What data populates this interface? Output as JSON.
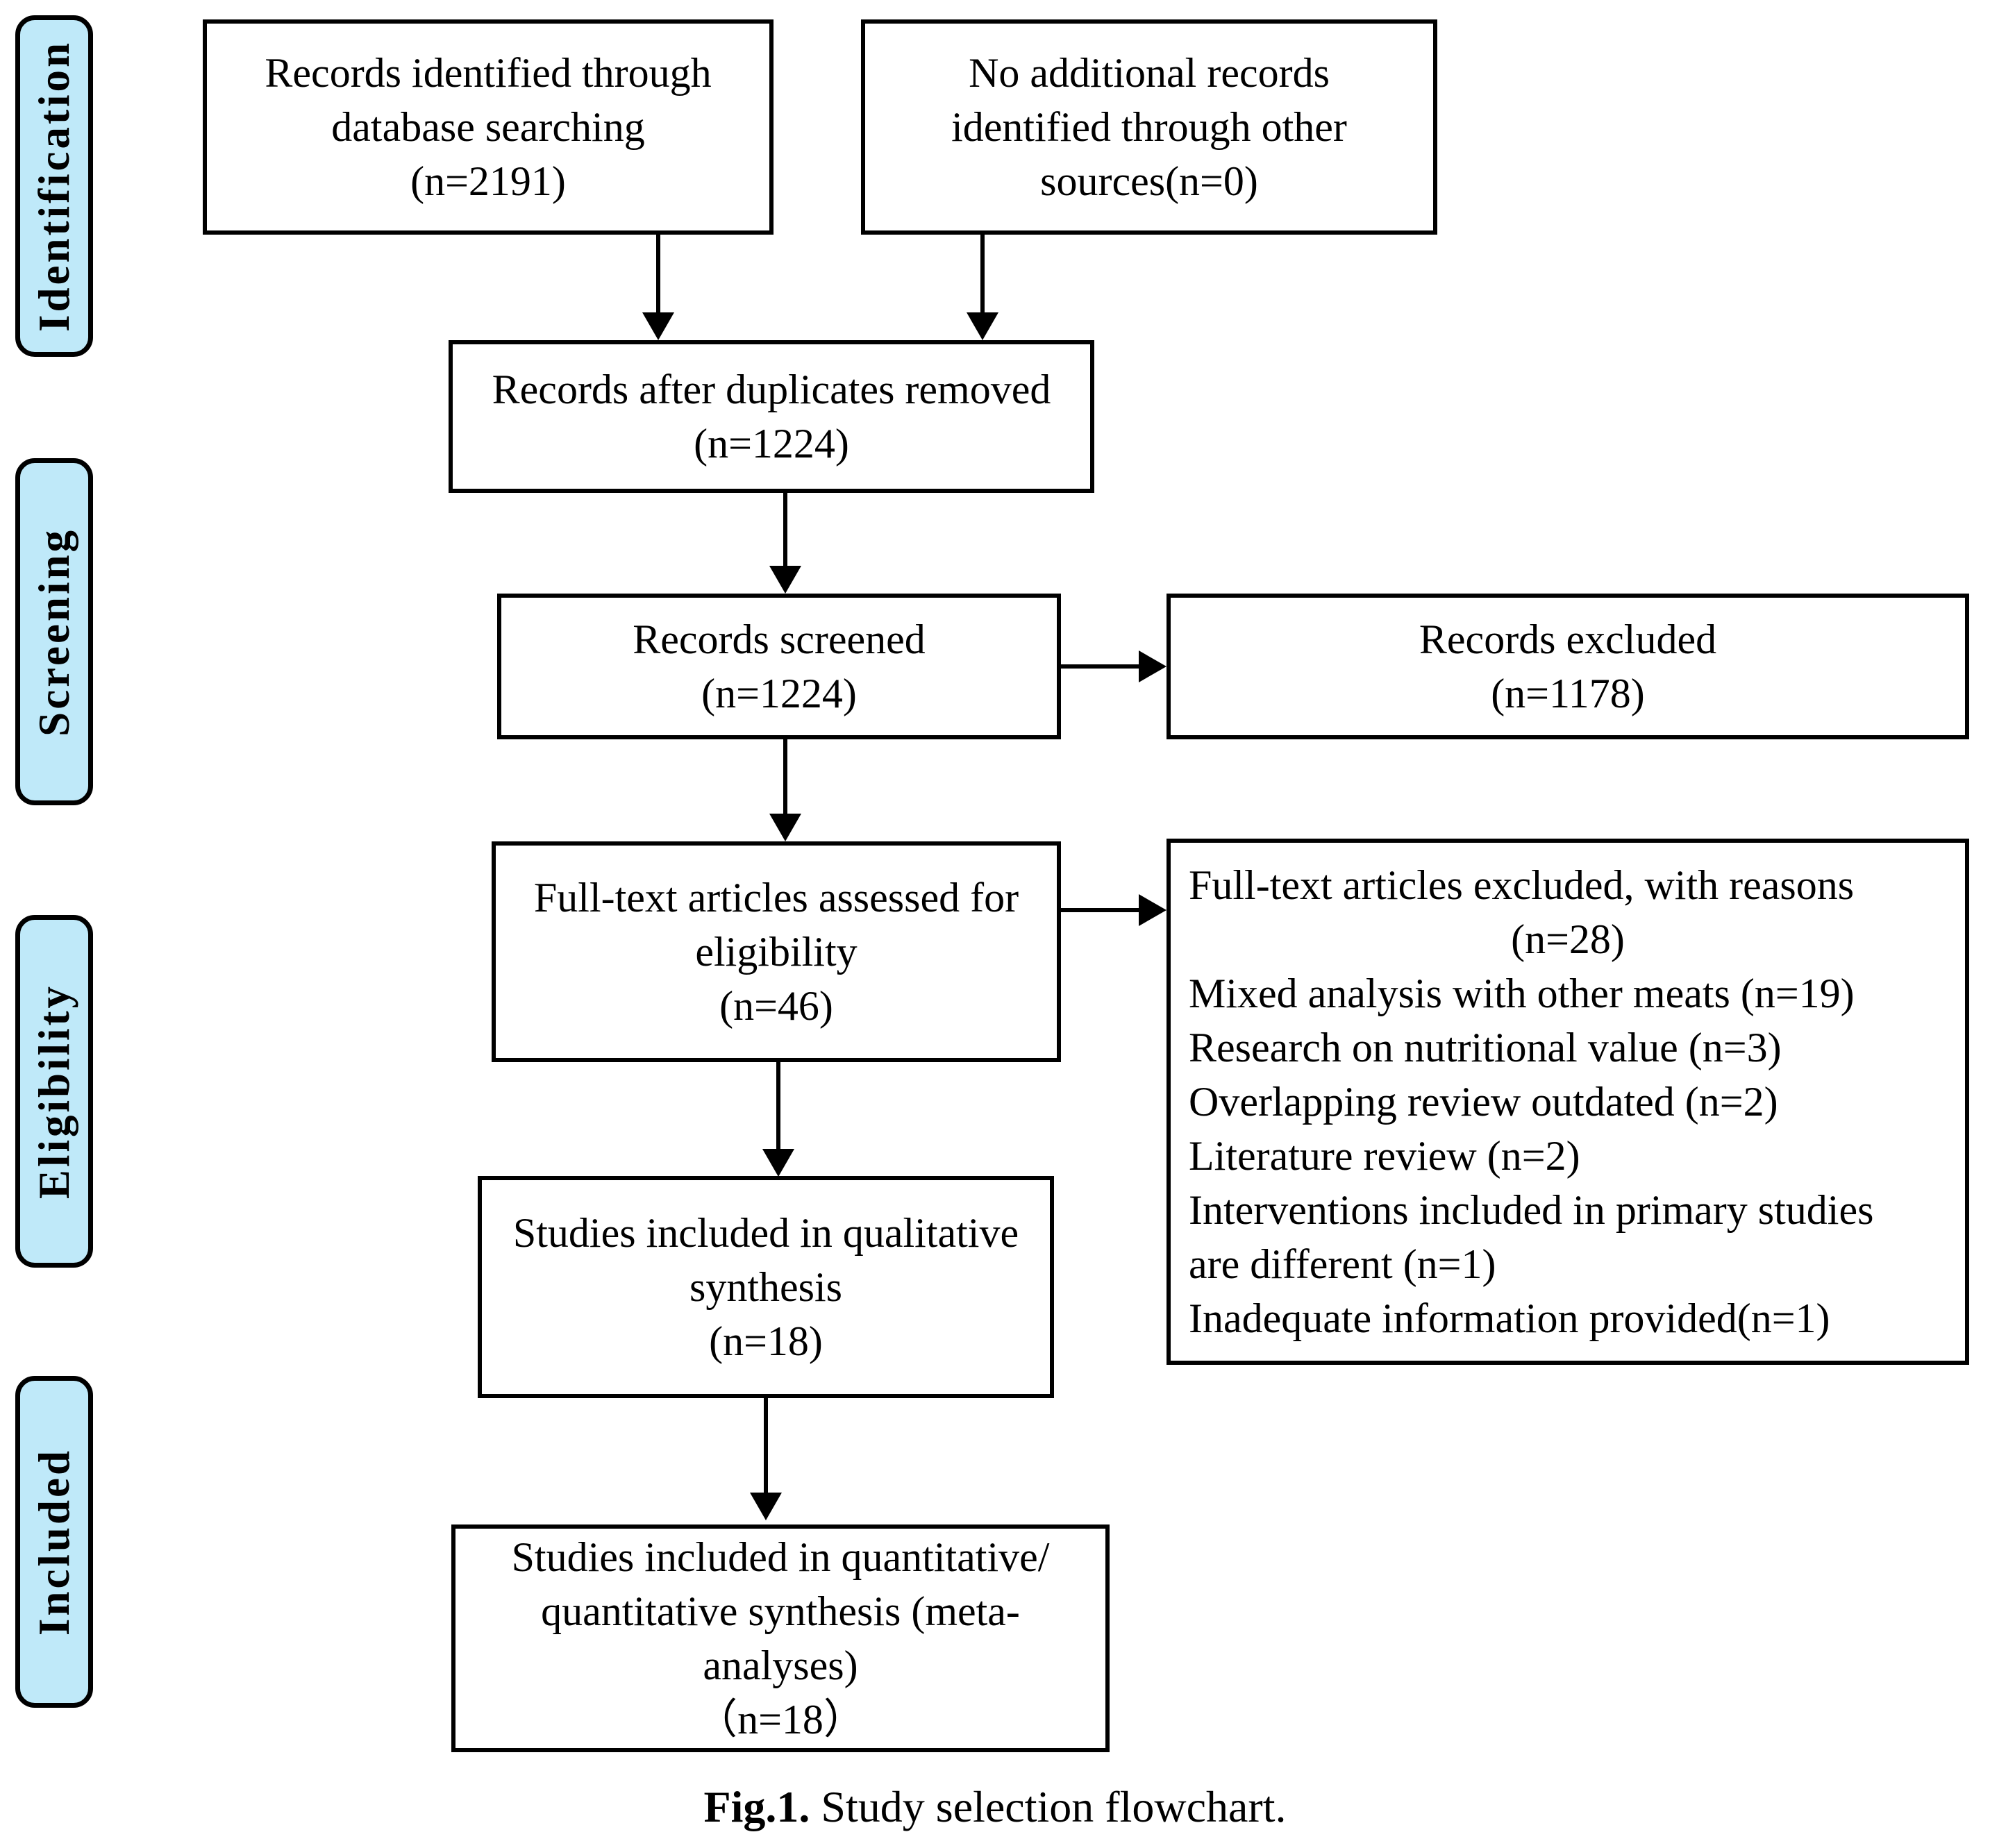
{
  "figure": {
    "caption_bold": "Fig.1.",
    "caption_rest": " Study  selection  flowchart."
  },
  "colors": {
    "stage_tab_fill": "#bfe9f9",
    "stage_tab_border": "#000000",
    "box_border": "#000000",
    "box_fill": "#ffffff",
    "text": "#000000"
  },
  "stages": [
    {
      "label": "Identification"
    },
    {
      "label": "Screening"
    },
    {
      "label": "Eligibility"
    },
    {
      "label": "Included"
    }
  ],
  "chart_data": {
    "type": "diagram",
    "title": "Fig.1. Study  selection  flowchart.",
    "diagram_kind": "PRISMA study selection flowchart",
    "stages": [
      "Identification",
      "Screening",
      "Eligibility",
      "Included"
    ],
    "nodes": [
      {
        "id": "db_search",
        "stage": "Identification",
        "label": "Records identified  through database searching",
        "n": 2191
      },
      {
        "id": "other_src",
        "stage": "Identification",
        "label": "No additional  records identified  through other sources",
        "n": 0
      },
      {
        "id": "dedup",
        "stage": "Identification",
        "label": "Records after duplicates removed",
        "n": 1224
      },
      {
        "id": "screened",
        "stage": "Screening",
        "label": "Records screened",
        "n": 1224
      },
      {
        "id": "excluded",
        "stage": "Screening",
        "label": "Records excluded",
        "n": 1178
      },
      {
        "id": "fulltext",
        "stage": "Eligibility",
        "label": "Full-text articles assessed for eligibility",
        "n": 46
      },
      {
        "id": "ft_excluded",
        "stage": "Eligibility",
        "label": "Full-text articles excluded, with reasons",
        "n": 28
      },
      {
        "id": "qualitative",
        "stage": "Eligibility",
        "label": "Studies included in qualitative synthesis",
        "n": 18
      },
      {
        "id": "quantitative",
        "stage": "Included",
        "label": "Studies included in quantitative/ quantitative synthesis (meta-analyses)",
        "n": 18
      }
    ],
    "edges": [
      {
        "from": "db_search",
        "to": "dedup"
      },
      {
        "from": "other_src",
        "to": "dedup"
      },
      {
        "from": "dedup",
        "to": "screened"
      },
      {
        "from": "screened",
        "to": "excluded"
      },
      {
        "from": "screened",
        "to": "fulltext"
      },
      {
        "from": "fulltext",
        "to": "ft_excluded"
      },
      {
        "from": "fulltext",
        "to": "qualitative"
      },
      {
        "from": "qualitative",
        "to": "quantitative"
      }
    ],
    "exclusion_reasons": [
      {
        "reason": "Mixed analysis with other meats",
        "n": 19
      },
      {
        "reason": "Research on nutritional  value",
        "n": 3
      },
      {
        "reason": "Overlapping review outdated",
        "n": 2
      },
      {
        "reason": "Literature review",
        "n": 2
      },
      {
        "reason": "Interventions included in primary studies are different",
        "n": 1
      },
      {
        "reason": "Inadequate information provided",
        "n": 1
      }
    ]
  },
  "boxes": {
    "db_search": {
      "line1": "Records identified  through",
      "line2": "database searching",
      "line3": "(n=2191)"
    },
    "other_src": {
      "line1": "No additional  records",
      "line2": "identified  through other",
      "line3": "sources(n=0)"
    },
    "dedup": {
      "line1": "Records after duplicates removed",
      "line2": "(n=1224)"
    },
    "screened": {
      "line1": "Records screened",
      "line2": "(n=1224)"
    },
    "excluded": {
      "line1": "Records excluded",
      "line2": "(n=1178)"
    },
    "fulltext": {
      "line1": "Full-text articles assessed for",
      "line2": "eligibility",
      "line3": "(n=46)"
    },
    "ft_excluded": {
      "heading": "Full-text articles excluded, with reasons",
      "heading_n": "(n=28)",
      "reasons": [
        "Mixed analysis with other meats (n=19)",
        "Research on nutritional  value (n=3)",
        "Overlapping review outdated (n=2)",
        "Literature review (n=2)",
        "Interventions included in primary studies",
        "are different (n=1)",
        "Inadequate information provided(n=1)"
      ]
    },
    "qualitative": {
      "line1": "Studies included in qualitative",
      "line2": "synthesis",
      "line3": "(n=18)"
    },
    "quantitative": {
      "line1": "Studies included in quantitative/",
      "line2": "quantitative synthesis (meta-",
      "line3": "analyses)",
      "line4": "（n=18）"
    }
  }
}
